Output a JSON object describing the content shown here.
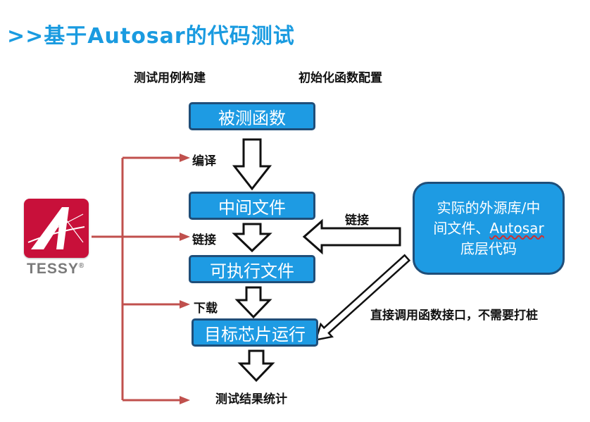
{
  "title": ">>基于Autosar的代码测试",
  "headers": {
    "left": "测试用例构建",
    "right": "初始化函数配置"
  },
  "boxes": {
    "tested_function": "被测函数",
    "intermediate_file": "中间文件",
    "executable_file": "可执行文件",
    "target_chip": "目标芯片运行"
  },
  "external": {
    "line1": "实际的外源库/中",
    "line2_prefix": "间文件、",
    "line2_autosar": "Autosar",
    "line3": "底层代码"
  },
  "labels": {
    "compile": "编译",
    "link_left": "链接",
    "link_right": "链接",
    "download": "下载",
    "direct_call": "直接调用函数接口，不需要打桩",
    "result_stats": "测试结果统计"
  },
  "logo": {
    "name": "TESSY",
    "mark": "®"
  },
  "colors": {
    "title": "#1a9be0",
    "box_fill": "#1e9be3",
    "box_border": "#1f4e79",
    "red_connector": "#c0504d",
    "logo_red": "#c8103a"
  }
}
